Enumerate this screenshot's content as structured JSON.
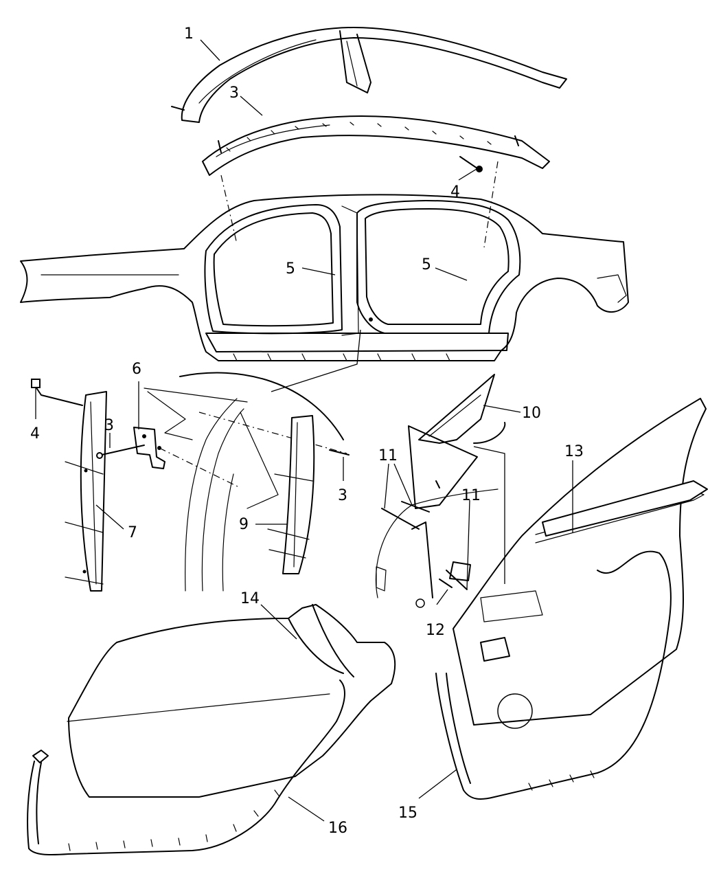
{
  "callouts": {
    "c1": "1",
    "c3a": "3",
    "c4a": "4",
    "c5a": "5",
    "c5b": "5",
    "c6": "6",
    "c4b": "4",
    "c3b": "3",
    "c3c": "3",
    "c7": "7",
    "c9": "9",
    "c10": "10",
    "c11a": "11",
    "c11b": "11",
    "c12": "12",
    "c13": "13",
    "c14": "14",
    "c15": "15",
    "c16": "16"
  }
}
